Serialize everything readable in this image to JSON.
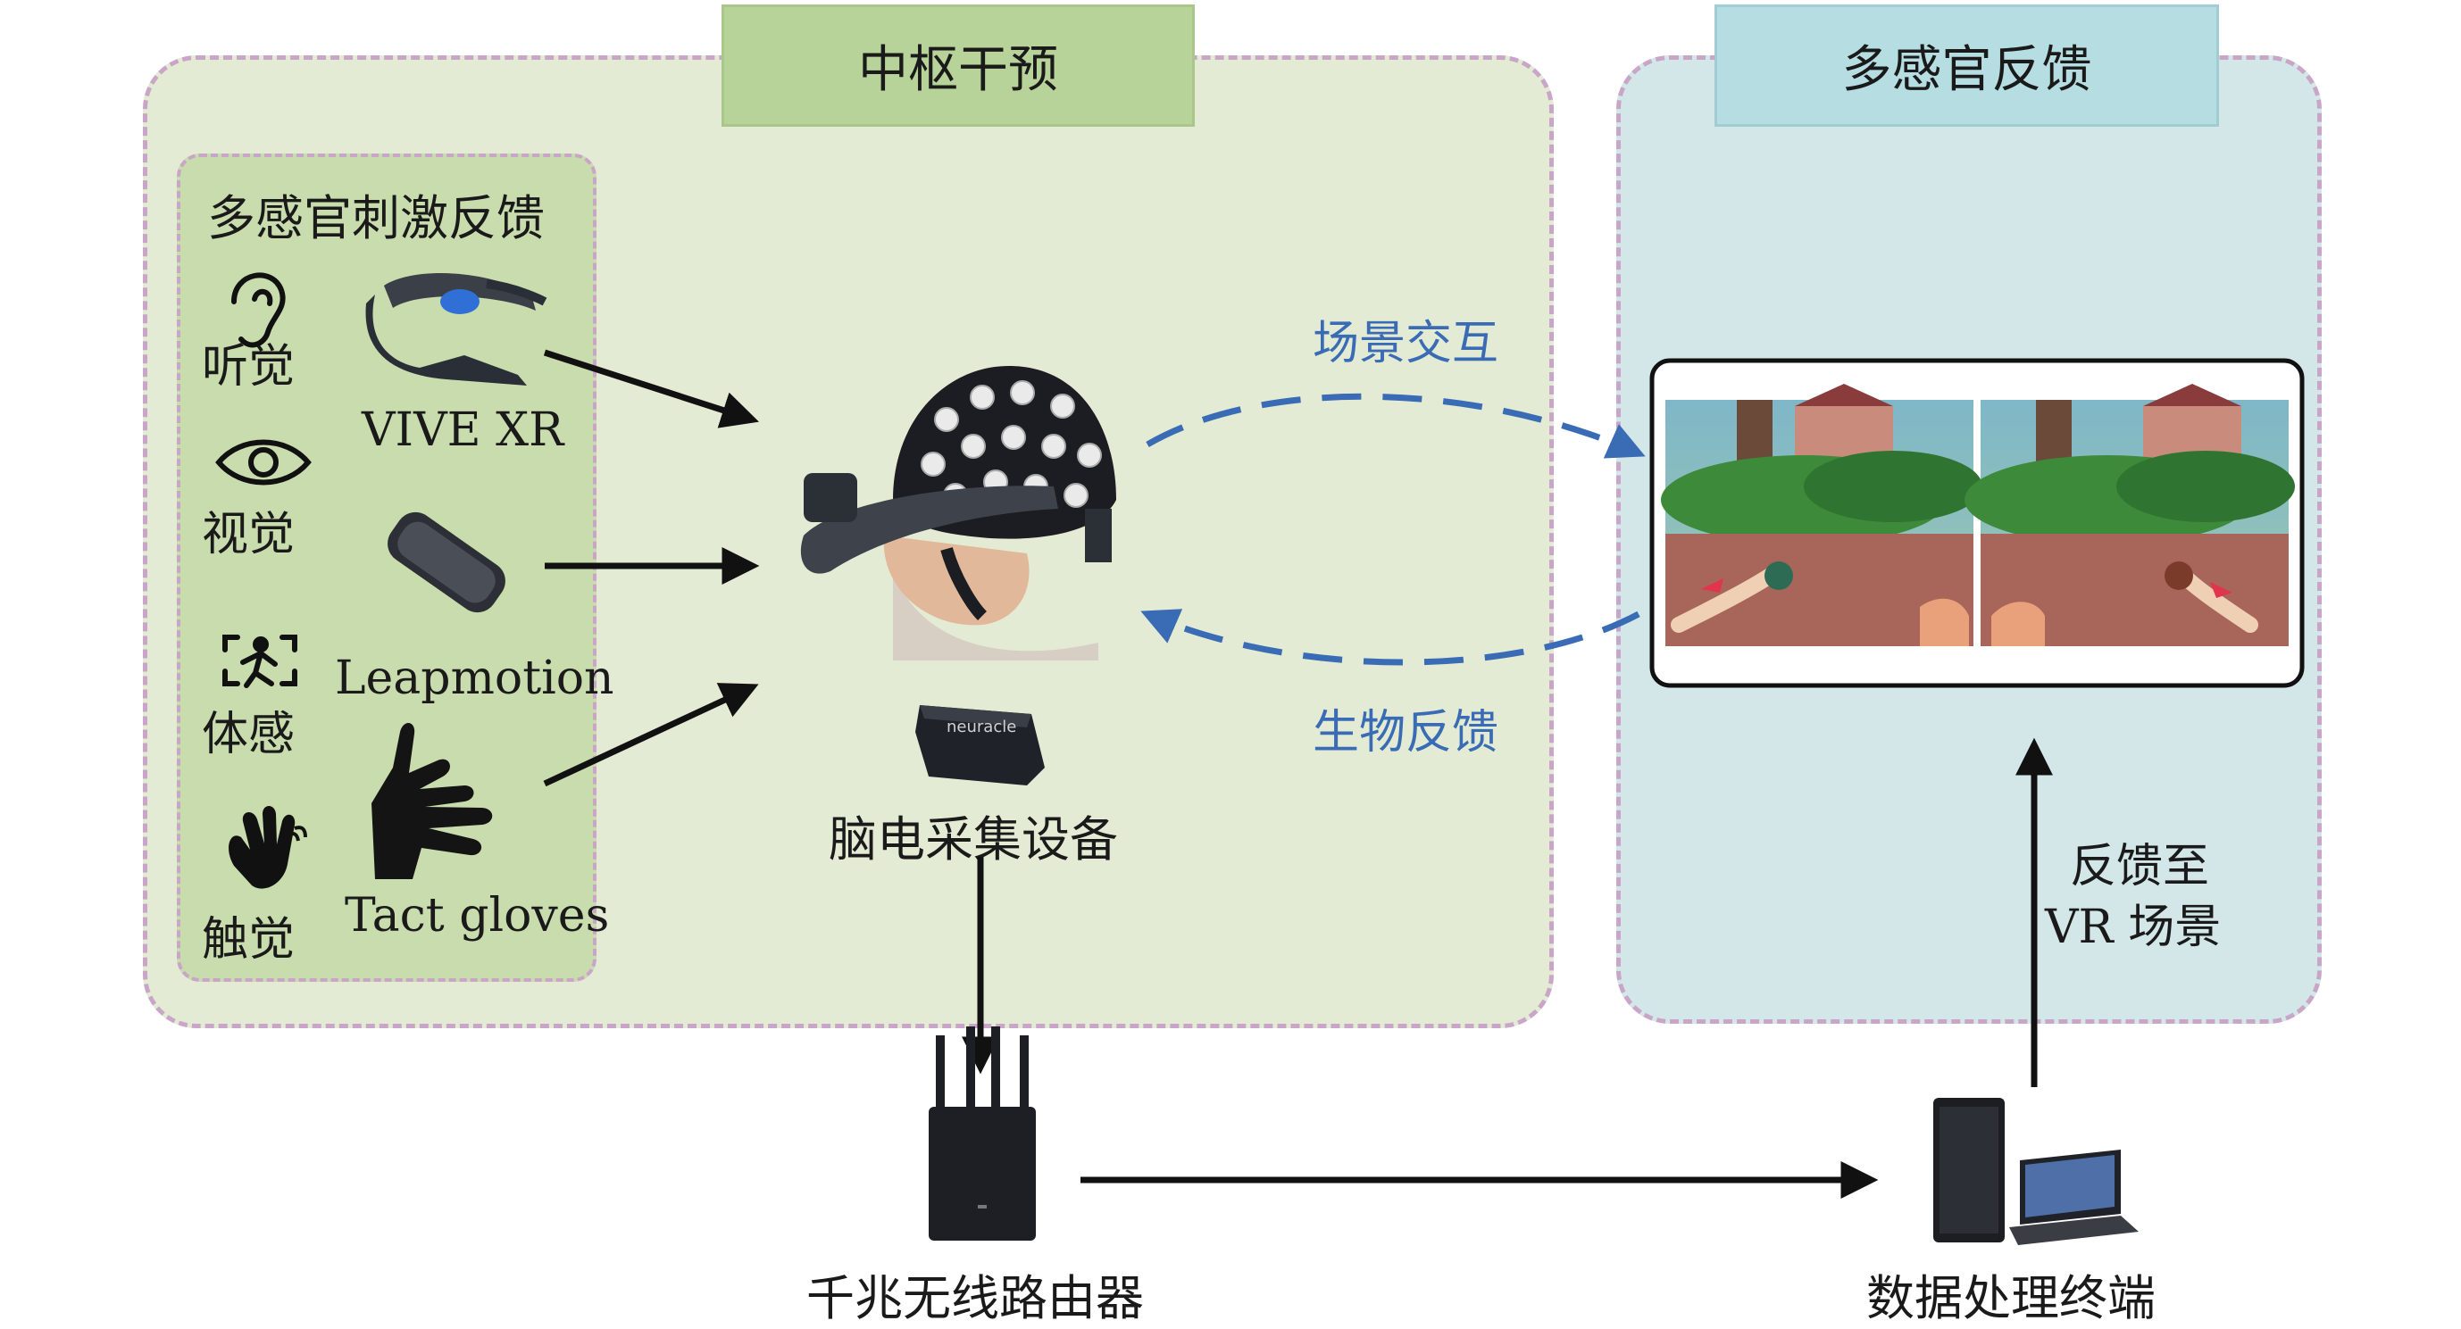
{
  "central": {
    "title": "中枢干预",
    "stimulus_title": "多感官刺激反馈",
    "senses": [
      {
        "label": "听觉",
        "icon": "ear-icon"
      },
      {
        "label": "视觉",
        "icon": "eye-icon"
      },
      {
        "label": "体感",
        "icon": "body-motion-icon"
      },
      {
        "label": "触觉",
        "icon": "hand-wave-icon"
      }
    ],
    "devices": [
      {
        "label": "VIVE XR"
      },
      {
        "label": "Leapmotion"
      },
      {
        "label": "Tact gloves"
      }
    ],
    "eeg_label": "脑电采集设备",
    "eeg_brand": "neuracle"
  },
  "feedback": {
    "title": "多感官反馈"
  },
  "links": {
    "scene_interaction": "场景交互",
    "biofeedback": "生物反馈",
    "feedback_to_vr_line1": "反馈至",
    "feedback_to_vr_line2": "VR 场景"
  },
  "bottom": {
    "router_label": "千兆无线路由器",
    "terminal_label": "数据处理终端"
  },
  "colors": {
    "central_bg": "#e4ebd4",
    "central_header": "#b7d39a",
    "stimulus_bg": "#c9dcad",
    "feedback_bg": "#d3e7e8",
    "feedback_header": "#b6dde1",
    "dashed_border": "#c9a6c8",
    "link_blue": "#3a6cb5"
  }
}
